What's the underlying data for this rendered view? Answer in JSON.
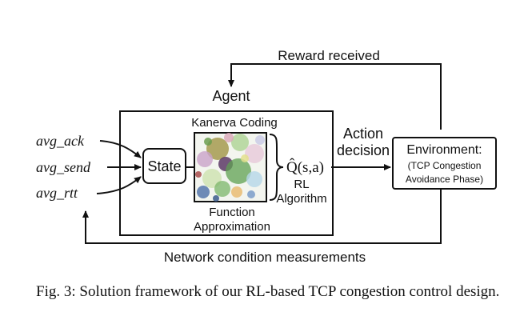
{
  "diagram": {
    "reward_label": "Reward received",
    "agent_label": "Agent",
    "kanerva_label": "Kanerva Coding",
    "inputs": [
      "avg_ack",
      "avg_send",
      "avg_rtt"
    ],
    "state_label": "State",
    "function_approx_line1": "Function",
    "function_approx_line2": "Approximation",
    "q_label": "Q̂(s,a)",
    "rl_line1": "RL",
    "rl_line2": "Algorithm",
    "action_line1": "Action",
    "action_line2": "decision",
    "env_title": "Environment:",
    "env_line2": "(TCP Congestion",
    "env_line3": "Avoidance Phase)",
    "network_label": "Network condition measurements"
  },
  "caption": "Fig. 3: Solution framework of our RL-based TCP congestion control design."
}
